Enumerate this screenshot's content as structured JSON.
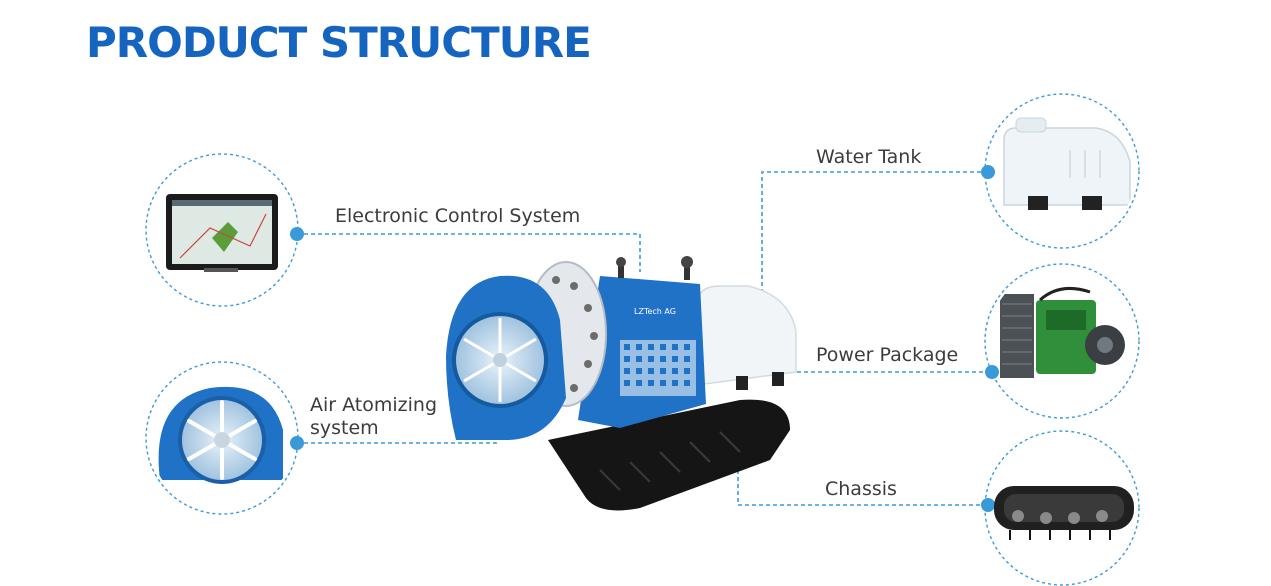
{
  "title": "PRODUCT STRUCTURE",
  "labels": {
    "electronic_control": "Electronic Control System",
    "air_atomizing_line1": "Air Atomizing",
    "air_atomizing_line2": "system",
    "water_tank": "Water Tank",
    "power_package": "Power Package",
    "chassis": "Chassis"
  },
  "brand_text": "LZTech AG",
  "colors": {
    "title_blue": "#1565c0",
    "connector_blue": "#3a9ad9",
    "machine_blue": "#1f72c6",
    "label_gray": "#3c3c3c"
  }
}
